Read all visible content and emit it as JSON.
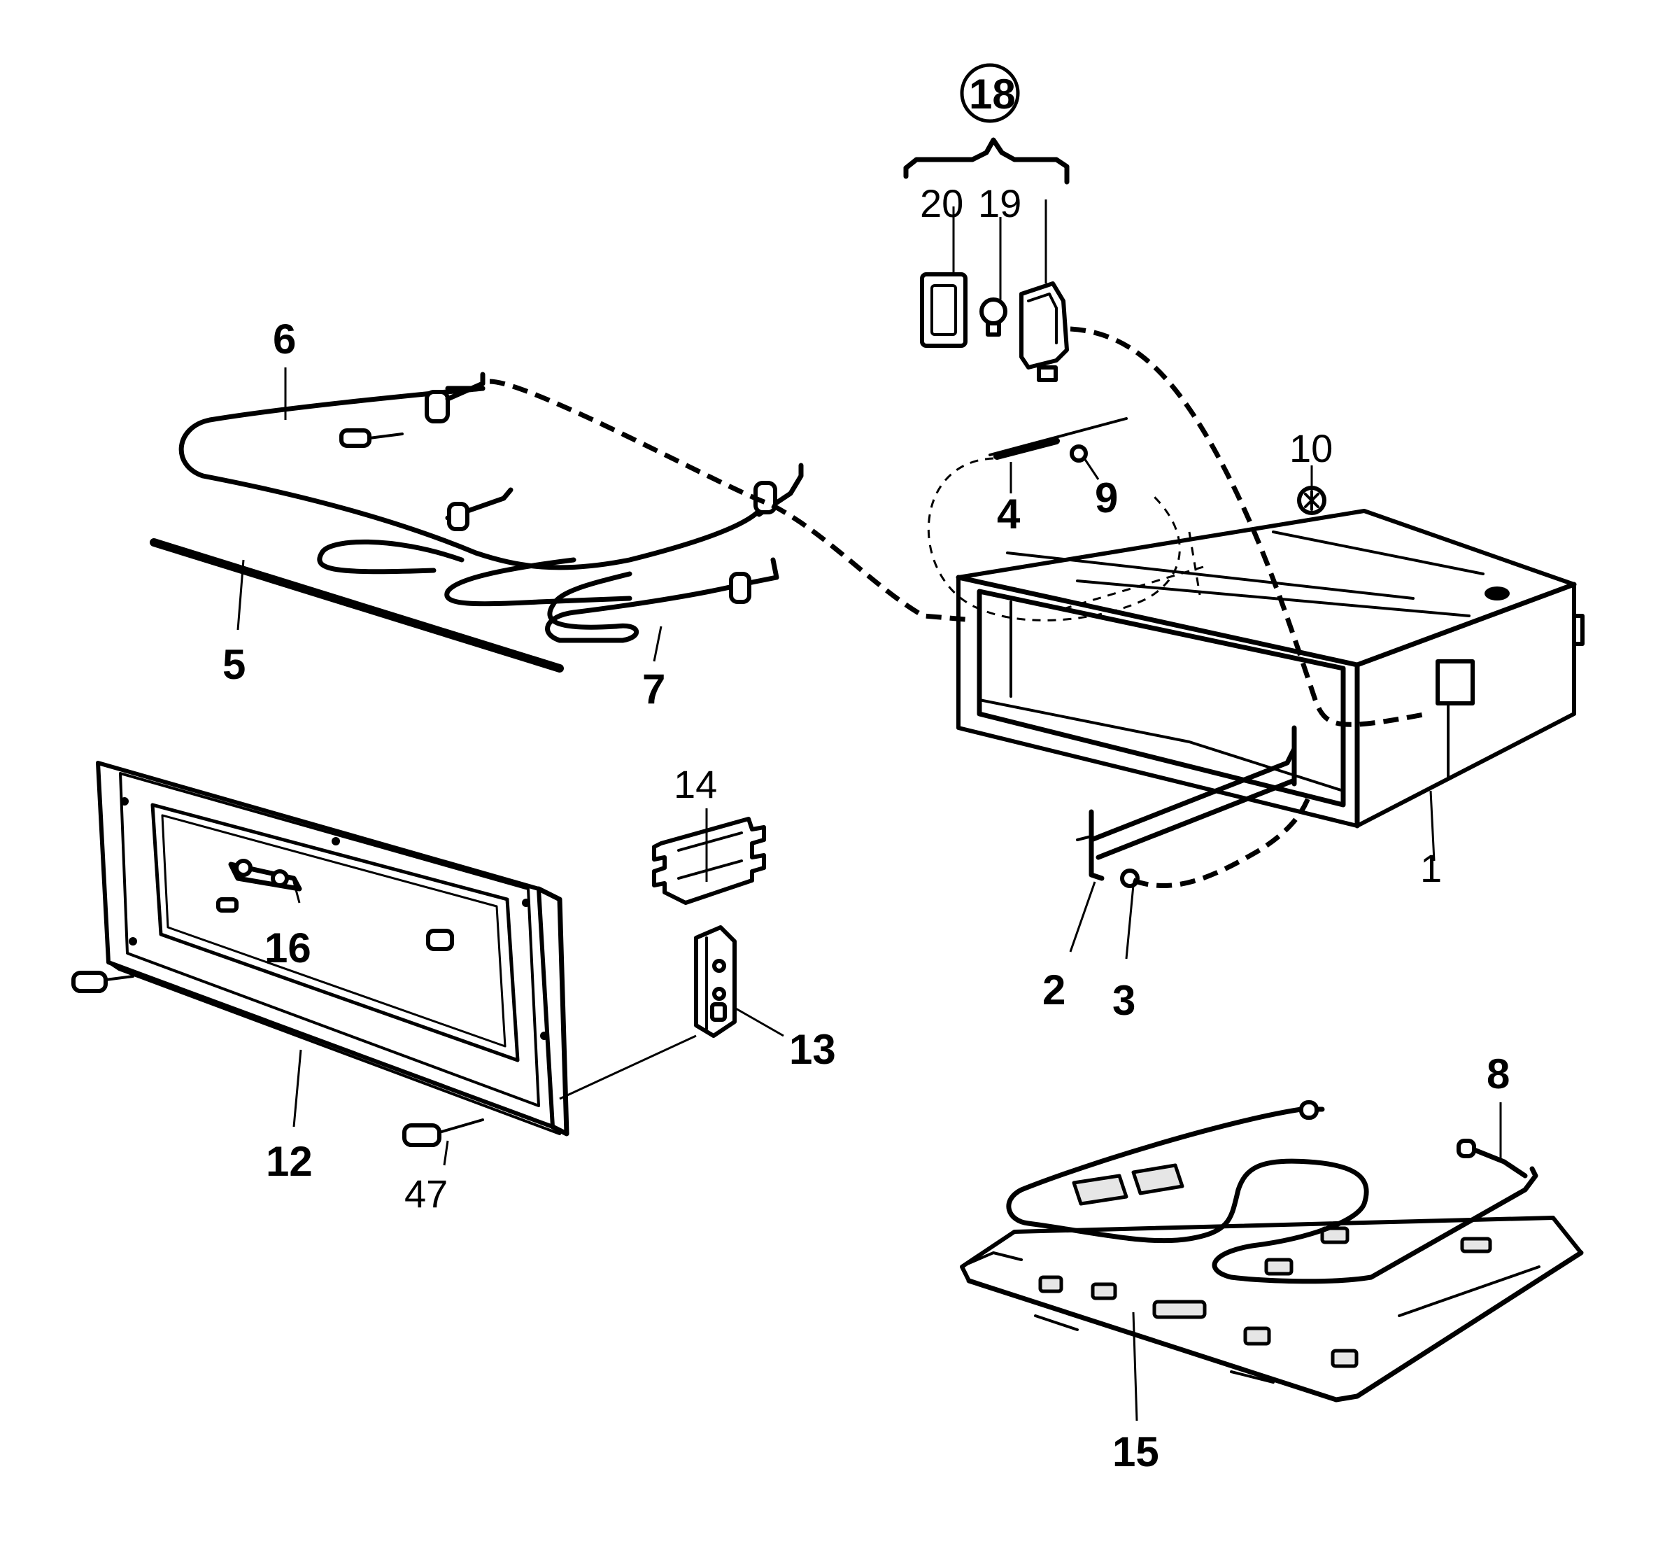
{
  "callouts": {
    "c1": "1",
    "c2": "2",
    "c3": "3",
    "c4": "4",
    "c5": "5",
    "c6": "6",
    "c7": "7",
    "c8": "8",
    "c9": "9",
    "c10": "10",
    "c12": "12",
    "c13": "13",
    "c14": "14",
    "c15": "15",
    "c16": "16",
    "c18": "18",
    "c19": "19",
    "c20": "20",
    "c47": "47"
  }
}
